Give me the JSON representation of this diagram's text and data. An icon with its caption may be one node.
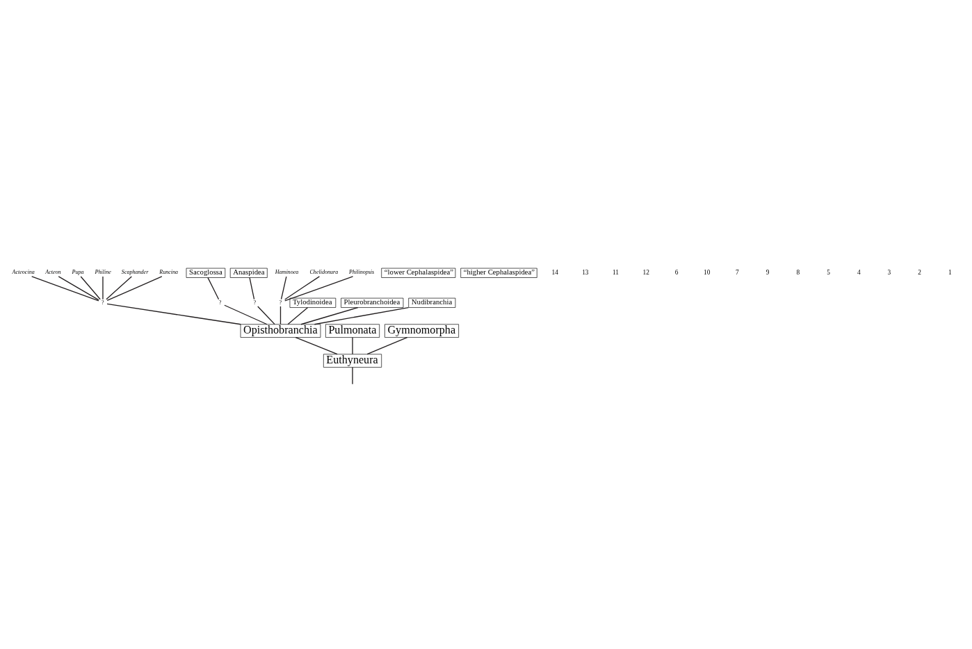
{
  "diagram": {
    "nodes": [
      {
        "text": [
          "Euthyneura"
        ]
      },
      {
        "text": [
          "Opisthobranchia"
        ]
      },
      {
        "text": [
          "Pulmonata"
        ]
      },
      {
        "text": [
          "Gymnomorpha"
        ]
      },
      {
        "text": [
          "“lower Cephalaspidea”"
        ]
      },
      {
        "text": [
          "Acteocina"
        ]
      },
      {
        "text": [
          "Acteon"
        ]
      },
      {
        "text": [
          "Pupa"
        ]
      },
      {
        "text": [
          "Philine"
        ]
      },
      {
        "text": [
          "Scaphander"
        ]
      },
      {
        "text": [
          "Runcina"
        ]
      },
      {
        "text": [
          "?"
        ]
      },
      {
        "text": [
          "Sacoglossa"
        ]
      },
      {
        "text": [
          "?"
        ]
      },
      {
        "text": [
          "Anaspidea"
        ]
      },
      {
        "text": [
          "?"
        ]
      },
      {
        "text": [
          "“higher Cephalaspidea”"
        ]
      },
      {
        "text": [
          "Haminoea"
        ]
      },
      {
        "text": [
          "Chelidonura"
        ]
      },
      {
        "text": [
          "Philinopsis"
        ]
      },
      {
        "text": [
          "?"
        ]
      },
      {
        "text": [
          "Tylodinoidea"
        ]
      },
      {
        "text": [
          "Pleurobranchoidea"
        ]
      },
      {
        "text": [
          "Nudibranchia"
        ]
      }
    ],
    "edges": [
      {
        "from": null,
        "to": 0,
        "arrow": "none"
      },
      {
        "from": 0,
        "to": 1,
        "arrow": "none"
      },
      {
        "from": 0,
        "to": 2,
        "arrow": "none"
      },
      {
        "from": 0,
        "to": 3,
        "arrow": "none"
      },
      {
        "from": 1,
        "to": 11,
        "arrow": "none"
      },
      {
        "from": 1,
        "to": 13,
        "arrow": "none"
      },
      {
        "from": 1,
        "to": 15,
        "arrow": "none"
      },
      {
        "from": 1,
        "to": 20,
        "arrow": "none"
      },
      {
        "from": 1,
        "to": 21,
        "arrow": "none"
      },
      {
        "from": 1,
        "to": 22,
        "arrow": "none"
      },
      {
        "from": 1,
        "to": 23,
        "arrow": "none"
      },
      {
        "from": 11,
        "to": 5,
        "arrow": "none"
      },
      {
        "from": 11,
        "to": 6,
        "arrow": "none"
      },
      {
        "from": 11,
        "to": 7,
        "arrow": "none"
      },
      {
        "from": 11,
        "to": 8,
        "arrow": "none"
      },
      {
        "from": 11,
        "to": 9,
        "arrow": "none"
      },
      {
        "from": 11,
        "to": 10,
        "arrow": "none"
      },
      {
        "from": 13,
        "to": 12,
        "arrow": "none"
      },
      {
        "from": 15,
        "to": 14,
        "arrow": "none"
      },
      {
        "from": 20,
        "to": 17,
        "arrow": "none"
      },
      {
        "from": 20,
        "to": 18,
        "arrow": "none"
      },
      {
        "from": 20,
        "to": 19,
        "arrow": "none"
      }
    ],
    "labels": [
      "14",
      "13",
      "11",
      "12",
      "6",
      "10",
      "7",
      "9",
      "8",
      "5",
      "4",
      "3",
      "2",
      "1"
    ]
  }
}
